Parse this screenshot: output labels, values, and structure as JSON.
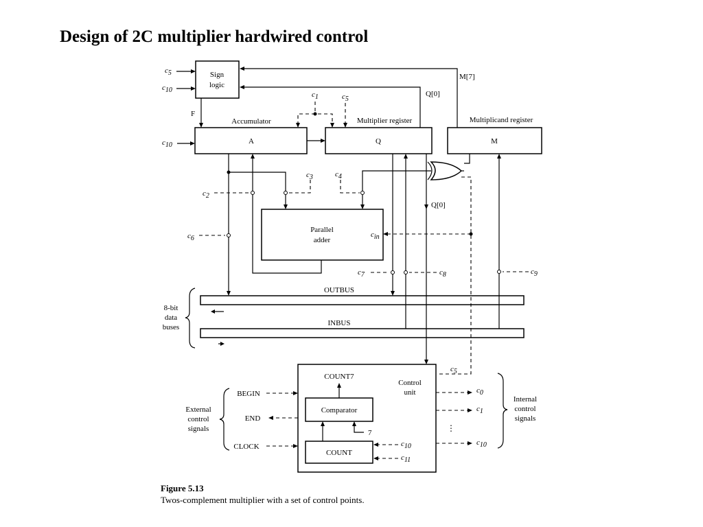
{
  "slide": {
    "title": "Design of 2C multiplier hardwired control"
  },
  "boxes": {
    "sign_logic": "Sign logic",
    "accumulator_caption": "Accumulator",
    "accumulator": "A",
    "multiplier_caption": "Multiplier register",
    "multiplier": "Q",
    "multiplicand_caption": "Multiplicand register",
    "multiplicand": "M",
    "adder": "Parallel adder",
    "control_unit": "Control unit",
    "comparator": "Comparator",
    "count": "COUNT"
  },
  "signals": {
    "m7": "M[7]",
    "q0_top": "Q[0]",
    "q0_mid": "Q[0]",
    "f": "F",
    "cin": "cin",
    "count7": "COUNT7",
    "seven": "7",
    "c_in_sub": "in"
  },
  "control_points": {
    "c5_sign": "5",
    "c10_sign": "10",
    "c10_a": "10",
    "c1": "1",
    "c5_q": "5",
    "c2": "2",
    "c3": "3",
    "c4": "4",
    "c6": "6",
    "c7": "7",
    "c8": "8",
    "c9": "9",
    "c5_cu": "5",
    "c0_out": "0",
    "c1_out": "1",
    "c10_out": "10",
    "c10_cnt": "10",
    "c11_cnt": "11"
  },
  "buses": {
    "outbus": "OUTBUS",
    "inbus": "INBUS",
    "label": "8-bit data buses"
  },
  "external": {
    "group": "External control signals",
    "begin": "BEGIN",
    "end": "END",
    "clock": "CLOCK"
  },
  "internal": {
    "group": "Internal control signals",
    "dots": "⋮"
  },
  "figure": {
    "number": "Figure 5.13",
    "caption": "Twos-complement multiplier with a set of control points."
  }
}
